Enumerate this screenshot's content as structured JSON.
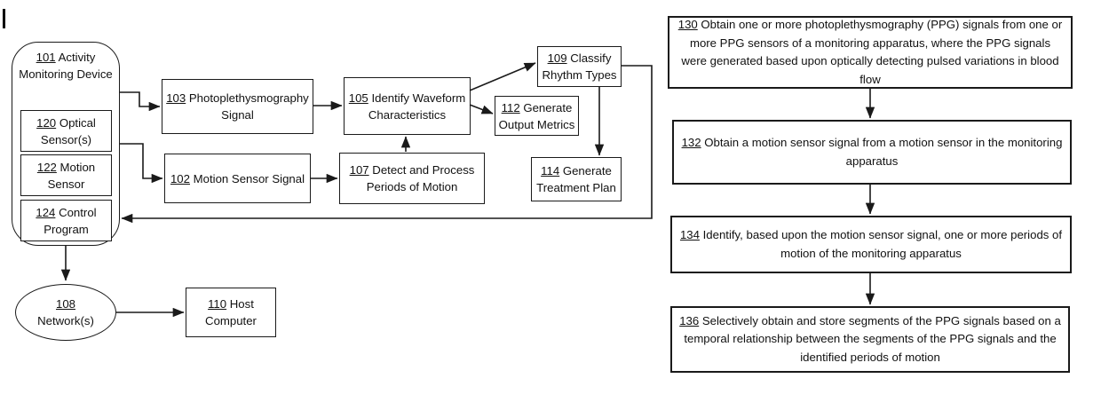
{
  "diagram": {
    "nodes": {
      "device": {
        "num": "101",
        "label": "Activity Monitoring Device"
      },
      "optical_sensor": {
        "num": "120",
        "label": "Optical Sensor(s)"
      },
      "motion_sensor": {
        "num": "122",
        "label": "Motion Sensor"
      },
      "control_program": {
        "num": "124",
        "label": "Control Program"
      },
      "ppg_signal": {
        "num": "103",
        "label": "Photoplethysmography Signal"
      },
      "motion_signal": {
        "num": "102",
        "label": "Motion Sensor Signal"
      },
      "identify_waveform": {
        "num": "105",
        "label": "Identify Waveform Characteristics"
      },
      "detect_motion": {
        "num": "107",
        "label": "Detect and Process Periods of Motion"
      },
      "classify_rhythm": {
        "num": "109",
        "label": "Classify Rhythm Types"
      },
      "output_metrics": {
        "num": "112",
        "label": "Generate Output Metrics"
      },
      "treatment_plan": {
        "num": "114",
        "label": "Generate Treatment Plan"
      },
      "network": {
        "num": "108",
        "label": "Network(s)"
      },
      "host_computer": {
        "num": "110",
        "label": "Host Computer"
      }
    }
  },
  "flowchart": {
    "steps": [
      {
        "num": "130",
        "text": "Obtain one or more photoplethysmography (PPG) signals from one or more PPG sensors of a monitoring apparatus, where the PPG signals were generated based upon optically detecting pulsed variations in blood flow"
      },
      {
        "num": "132",
        "text": "Obtain a motion sensor signal from a motion sensor in the monitoring apparatus"
      },
      {
        "num": "134",
        "text": "Identify, based upon the motion sensor signal, one or more periods of motion of the monitoring apparatus"
      },
      {
        "num": "136",
        "text": "Selectively obtain and store segments of the PPG signals based on a temporal relationship between the segments of the PPG signals and the identified periods of motion"
      }
    ]
  },
  "colors": {
    "line": "#1a1a1a",
    "background": "#ffffff"
  }
}
